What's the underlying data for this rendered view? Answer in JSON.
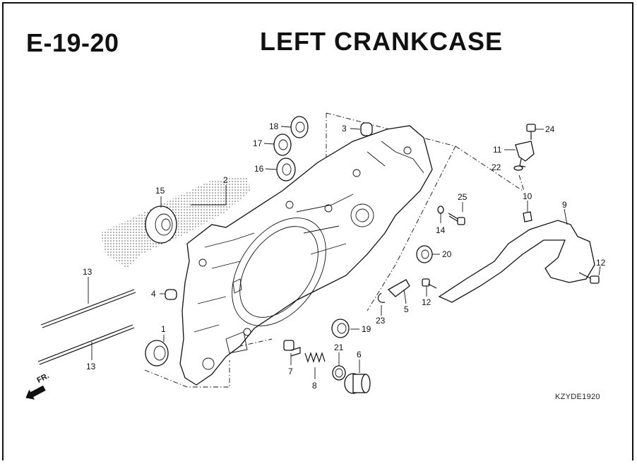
{
  "header": {
    "code": "E-19-20",
    "title": "LEFT CRANKCASE"
  },
  "footer": {
    "reference": "KZYDE1920",
    "direction": "FR."
  },
  "callouts": [
    "1",
    "2",
    "3",
    "4",
    "5",
    "6",
    "7",
    "8",
    "9",
    "10",
    "11",
    "12",
    "12",
    "13",
    "13",
    "14",
    "15",
    "16",
    "17",
    "18",
    "19",
    "20",
    "21",
    "22",
    "23",
    "24",
    "25"
  ]
}
